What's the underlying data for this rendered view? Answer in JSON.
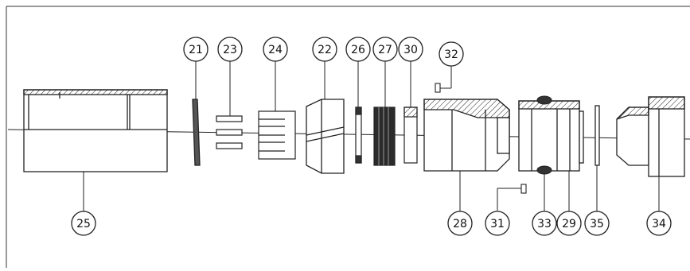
{
  "diagram": {
    "type": "exploded-assembly-drawing",
    "labels": {
      "l21": "21",
      "l23": "23",
      "l24": "24",
      "l22": "22",
      "l26": "26",
      "l27": "27",
      "l30": "30",
      "l32": "32",
      "l25": "25",
      "l28": "28",
      "l31": "31",
      "l33": "33",
      "l29": "29",
      "l35": "35",
      "l34": "34"
    }
  }
}
